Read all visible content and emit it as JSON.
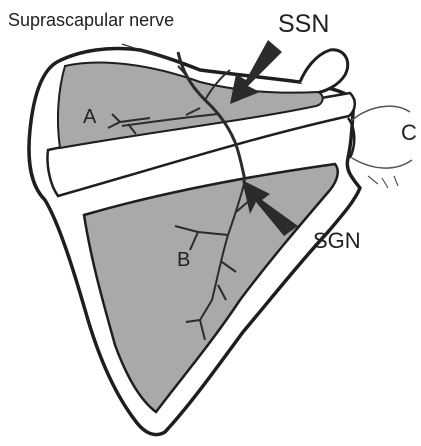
{
  "labels": {
    "suprascapular_nerve": "Suprascapular nerve",
    "ssn": "SSN",
    "sgn": "SGN",
    "region_a": "A",
    "region_b": "B",
    "region_c": "C"
  },
  "colors": {
    "bone_fill": "#ffffff",
    "muscle_fill": "#a9a9a9",
    "outline": "#1e1e1e",
    "arrow": "#2b2b2b",
    "text": "#222222"
  }
}
